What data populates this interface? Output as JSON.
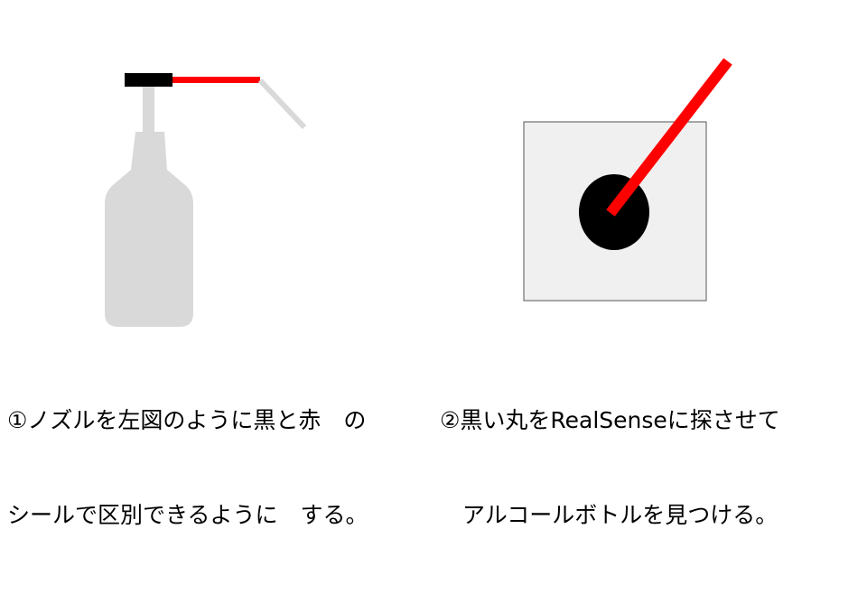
{
  "colors": {
    "bottle_gray": "#d9d9d9",
    "nozzle_black": "#000000",
    "seal_red": "#ff0000",
    "box_fill": "#f0f0f0",
    "box_border": "#555555",
    "text": "#000000"
  },
  "captions": {
    "left": {
      "line1": "①ノズルを左図のように黒と赤　の",
      "line2": "シールで区別できるように　する。"
    },
    "right": {
      "line1": "②黒い丸をRealSenseに探させて",
      "line2": "　アルコールボトルを見つける。"
    }
  }
}
